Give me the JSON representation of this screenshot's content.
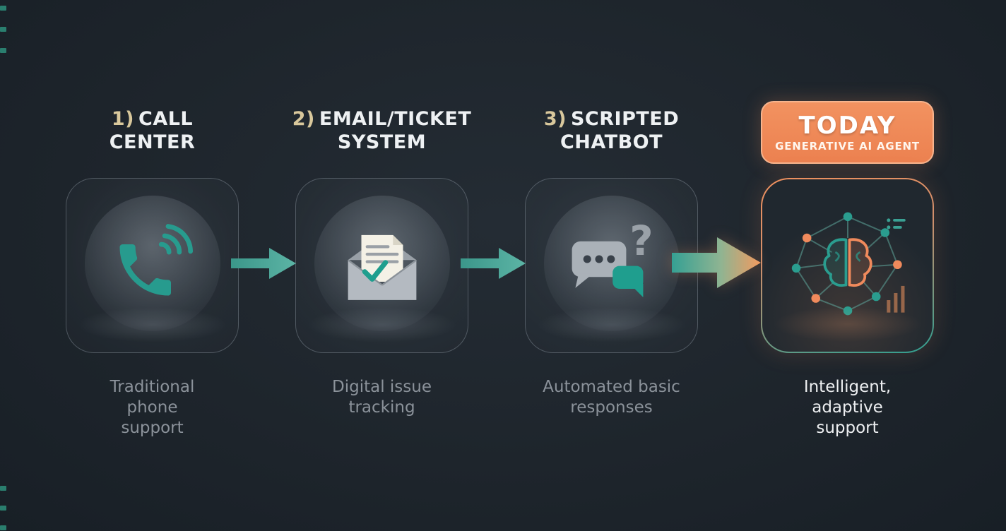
{
  "diagram": {
    "theme": "customer-support-evolution",
    "colors": {
      "background": "#1e252c",
      "teal_accent": "#2a9d8f",
      "orange_accent": "#f08a5c",
      "title_text": "#eef1f3",
      "number_text": "#d9c89c",
      "caption_muted": "#8b929a",
      "caption_bright": "#edeff1"
    }
  },
  "stages": [
    {
      "number": "1)",
      "title": "CALL CENTER",
      "caption": "Traditional phone support",
      "icon": "phone-icon"
    },
    {
      "number": "2)",
      "title": "EMAIL/TICKET SYSTEM",
      "caption": "Digital issue tracking",
      "icon": "email-ticket-icon"
    },
    {
      "number": "3)",
      "title": "SCRIPTED CHATBOT",
      "caption": "Automated basic responses",
      "icon": "chatbot-icon"
    },
    {
      "badge_title": "TODAY",
      "badge_subtitle": "GENERATIVE AI AGENT",
      "caption": "Intelligent, adaptive support",
      "icon": "ai-brain-network-icon"
    }
  ],
  "arrows": [
    {
      "name": "arrow-1",
      "style": "teal"
    },
    {
      "name": "arrow-2",
      "style": "teal"
    },
    {
      "name": "arrow-3",
      "style": "teal-to-orange-gradient"
    }
  ]
}
